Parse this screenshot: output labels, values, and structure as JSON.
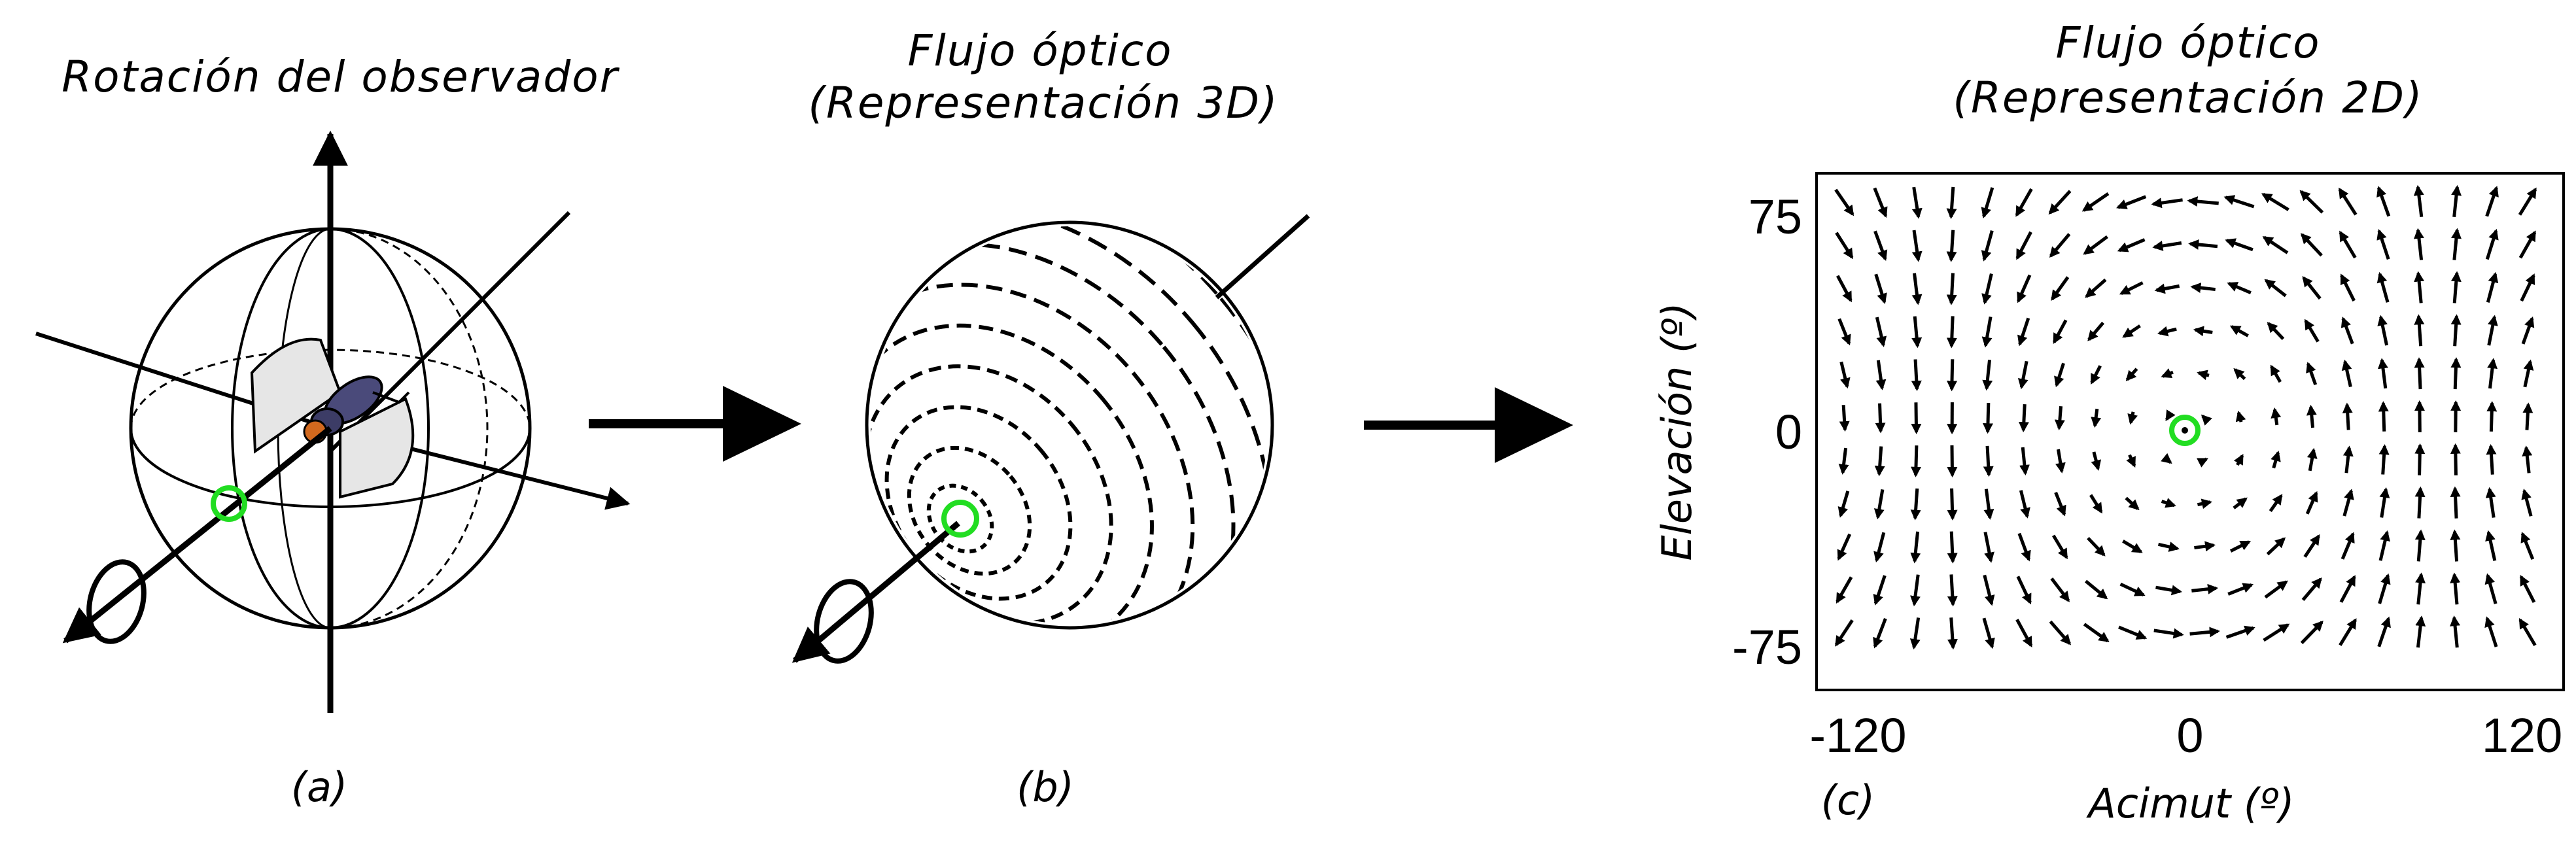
{
  "panel_a": {
    "title": "Rotación del observador",
    "label": "(a)"
  },
  "panel_b": {
    "title_line1": "Flujo óptico",
    "title_line2": "(Representación 3D)",
    "label": "(b)"
  },
  "panel_c": {
    "title_line1": "Flujo óptico",
    "title_line2": "(Representación 2D)",
    "label": "(c)"
  },
  "colors": {
    "marker": "#22dd22",
    "ink": "#000000",
    "wing": "#e6e6e6",
    "fly_body": "#4a4a7a",
    "fly_head": "#d2691e"
  },
  "chart_data": {
    "type": "quiver",
    "xlabel": "Acimut (º)",
    "ylabel": "Elevación (º)",
    "xlim": [
      -135,
      135
    ],
    "ylim": [
      -90,
      90
    ],
    "xticks": [
      -120,
      0,
      120
    ],
    "yticks": [
      75,
      0,
      -75
    ],
    "grid": false,
    "center_marker": [
      0,
      0
    ],
    "field": "rotation about the horizontal axis at azimuth 0, elevation 0",
    "azimuth_samples": [
      -125,
      -112,
      -99,
      -86,
      -73,
      -60,
      -47,
      -34,
      -21,
      -8,
      5,
      18,
      31,
      44,
      57,
      70,
      83,
      96,
      109,
      122
    ],
    "elevation_samples": [
      80,
      65,
      50,
      35,
      20,
      5,
      -10,
      -25,
      -40,
      -55,
      -70
    ]
  }
}
